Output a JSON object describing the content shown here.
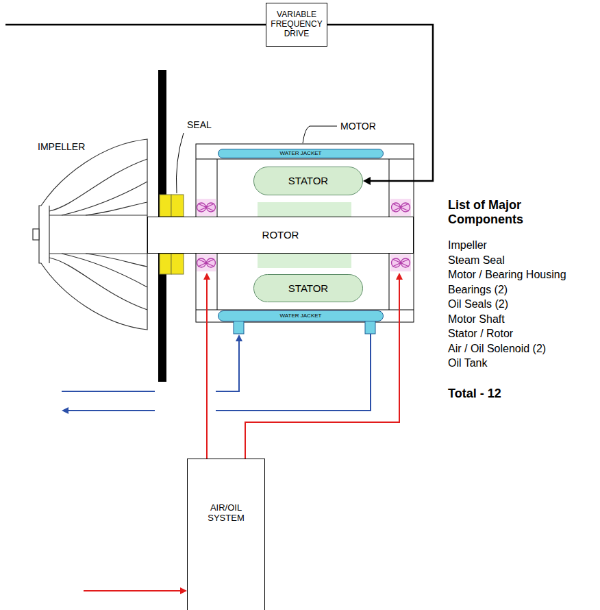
{
  "diagram": {
    "nodes": [
      {
        "text": [
          "VARIABLE FREQUENCY DRIVE"
        ]
      },
      {
        "text": [
          "WATER JACKET"
        ]
      },
      {
        "text": [
          "STATOR"
        ]
      },
      {
        "text": [
          "ROTOR"
        ]
      },
      {
        "text": [
          "STATOR"
        ]
      },
      {
        "text": [
          "WATER JACKET"
        ]
      },
      {
        "text": [
          "AIR/OIL SYSTEM"
        ]
      }
    ],
    "edges": [
      {
        "from": 0,
        "to": 2,
        "arrow": "to"
      }
    ],
    "labels": [
      "IMPELLER",
      "SEAL",
      "MOTOR",
      "List of Major Components",
      "Impeller",
      "Steam Seal",
      "Motor / Bearing Housing",
      "Bearings (2)",
      "Oil Seals (2)",
      "Motor Shaft",
      "Stator / Rotor",
      "Air / Oil Solenoid (2)",
      "Oil Tank",
      "Total - 12"
    ]
  }
}
